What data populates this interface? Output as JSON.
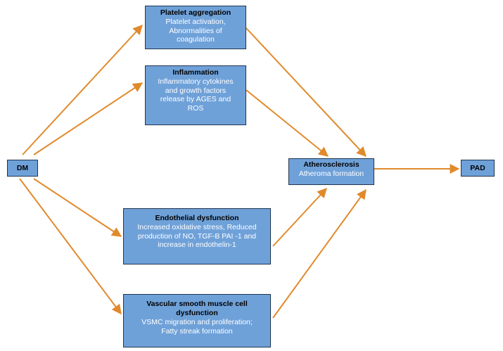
{
  "nodes": {
    "dm": {
      "title": "DM"
    },
    "platelet": {
      "title": "Platelet aggregation",
      "body": "Platelet activation, Abnormalities of coagulation"
    },
    "inflammation": {
      "title": "Inflammation",
      "body": "Inflammatory cytokines and growth factors release by AGES and ROS"
    },
    "endothelial": {
      "title": "Endothelial dysfunction",
      "body": "Increased oxidative stress, Reduced production of NO, TGF-B PAI -1 and increase in endothelin-1"
    },
    "vsmc": {
      "title": "Vascular smooth muscle cell dysfunction",
      "body": "VSMC migration and proliferation; Fatty streak formation"
    },
    "atherosclerosis": {
      "title": "Atherosclerosis",
      "body": "Atheroma formation"
    },
    "pad": {
      "title": "PAD"
    }
  },
  "colors": {
    "box_fill": "#6fa1d9",
    "box_border": "#1f3550",
    "arrow": "#e08a2c"
  }
}
